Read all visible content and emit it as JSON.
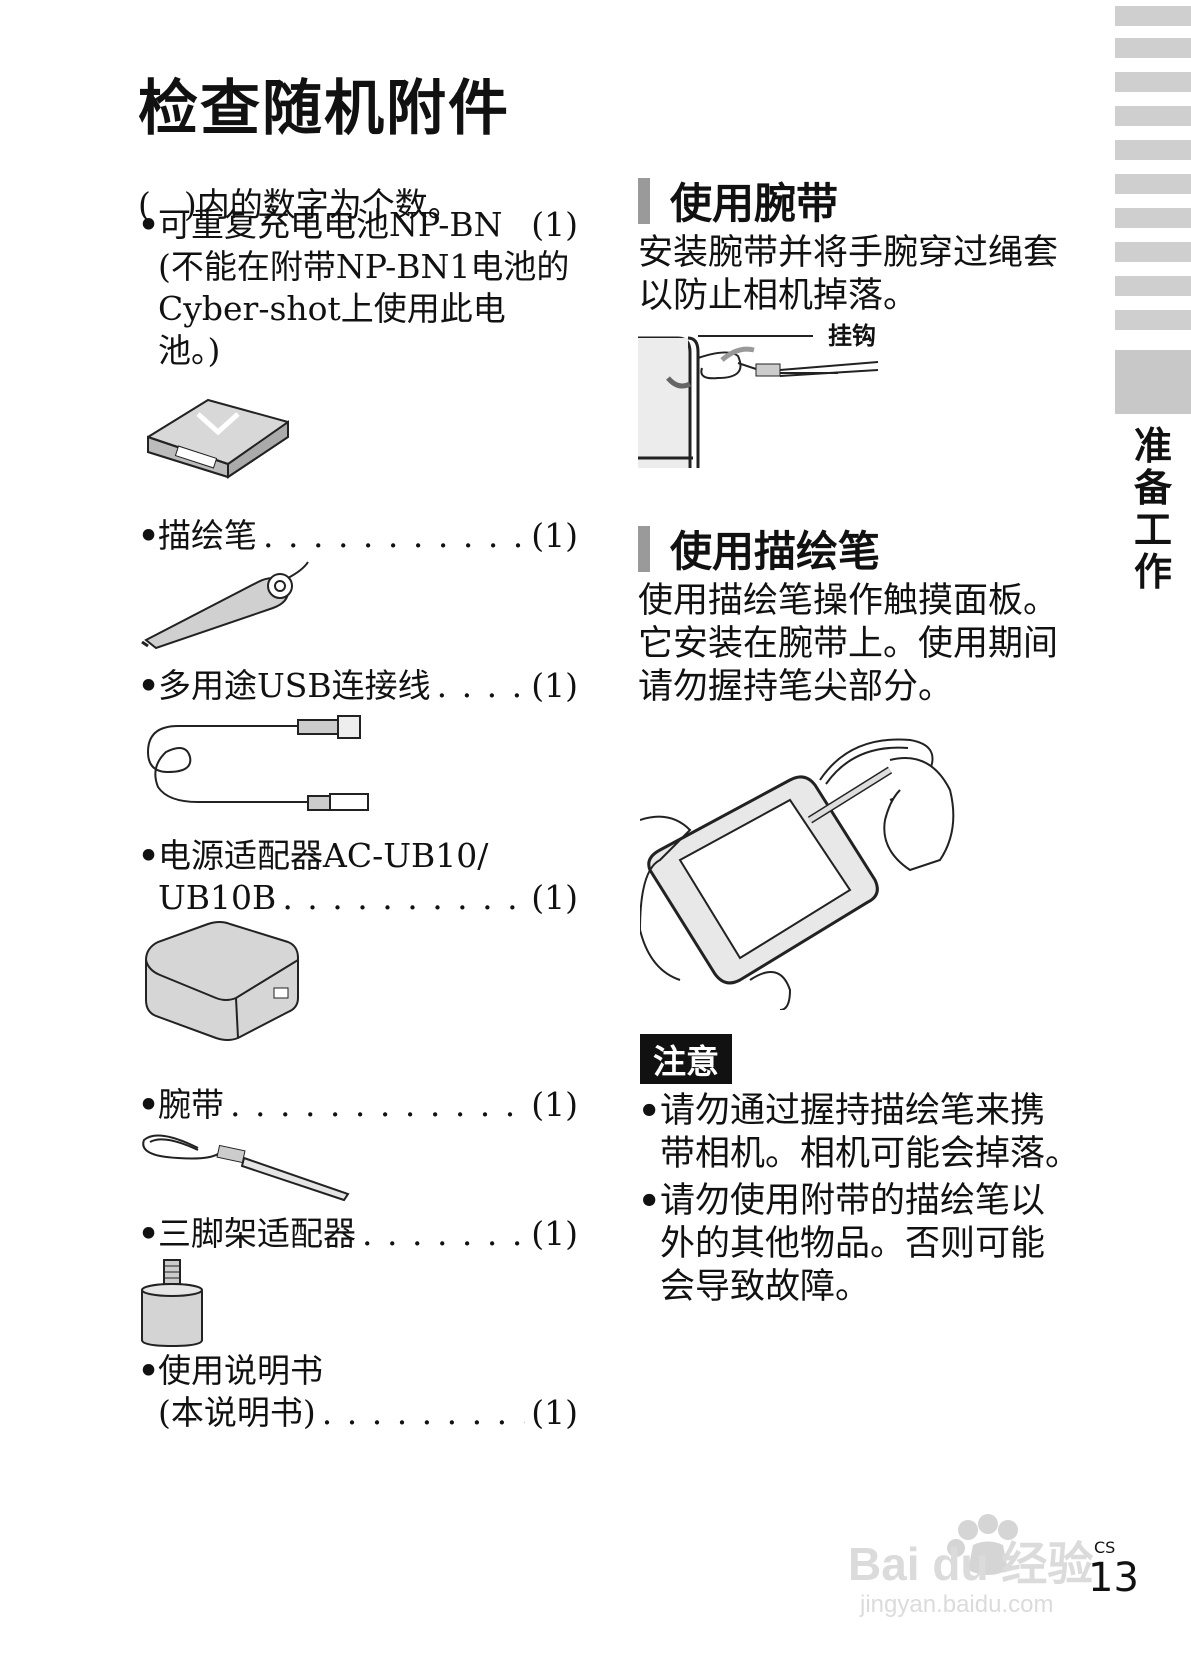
{
  "page": {
    "title": "检查随机附件",
    "intro": "(　)内的数字为个数。",
    "page_superscript": "CS",
    "page_number": "13",
    "side_tab_label": "准备工作"
  },
  "accessories": [
    {
      "name": "可重复充电电池NP-BN",
      "qty": "(1)",
      "extra": [
        "(不能在附带NP-BN1电池的",
        "Cyber-shot上使用此电",
        "池。)"
      ]
    },
    {
      "name": "描绘笔",
      "qty": "(1)"
    },
    {
      "name": "多用途USB连接线",
      "qty": "(1)"
    },
    {
      "name": "电源适配器AC-UB10/",
      "qty": "(1)",
      "line2": "UB10B"
    },
    {
      "name": "腕带",
      "qty": "(1)"
    },
    {
      "name": "三脚架适配器",
      "qty": "(1)"
    },
    {
      "name": "使用说明书",
      "qty": "(1)",
      "line2": "(本说明书)"
    }
  ],
  "sections": {
    "strap": {
      "heading": "使用腕带",
      "body": [
        "安装腕带并将手腕穿过绳套",
        "以防止相机掉落。"
      ],
      "callout": "挂钩"
    },
    "pen": {
      "heading": "使用描绘笔",
      "body": [
        "使用描绘笔操作触摸面板。",
        "它安装在腕带上。使用期间",
        "请勿握持笔尖部分。"
      ]
    }
  },
  "notes": {
    "badge": "注意",
    "items": [
      [
        "请勿通过握持描绘笔来携",
        "带相机。相机可能会掉落。"
      ],
      [
        "请勿使用附带的描绘笔以",
        "外的其他物品。否则可能",
        "会导致故障。"
      ]
    ]
  },
  "icons": {
    "battery": "battery-illustration",
    "pen": "stylus-illustration",
    "usb": "usb-cable-illustration",
    "adapter": "ac-adapter-illustration",
    "strap": "wrist-strap-illustration",
    "tripod": "tripod-adapter-illustration"
  },
  "colors": {
    "text": "#111111",
    "tab": "#cfcfcf",
    "heading_bar": "#9a9a9a",
    "badge_bg": "#111111"
  },
  "watermark": {
    "brand": "Bai du 经验",
    "url": "jingyan.baidu.com"
  }
}
